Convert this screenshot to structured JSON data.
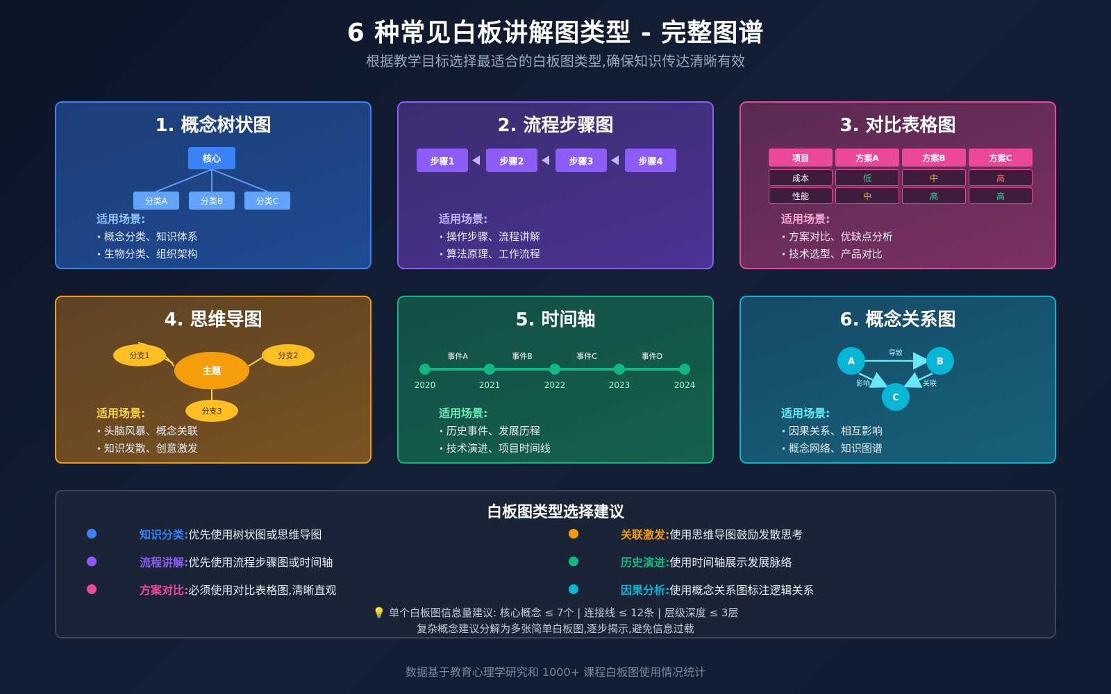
{
  "header": {
    "title": "6 种常见白板讲解图类型 - 完整图谱",
    "subtitle": "根据教学目标选择最适合的白板图类型,确保知识传达清晰有效"
  },
  "scene_heading": "适用场景:",
  "colors": {
    "blue": "#3b82f6",
    "purple": "#8b5cf6",
    "pink": "#ec4899",
    "amber": "#f59e0b",
    "green": "#10b981",
    "cyan": "#06b6d4"
  },
  "cards": [
    {
      "title": "1. 概念树状图",
      "tree": {
        "root": "核心",
        "children": [
          "分类A",
          "分类B",
          "分类C"
        ]
      },
      "scenes": [
        "概念分类、知识体系",
        "生物分类、组织架构"
      ]
    },
    {
      "title": "2. 流程步骤图",
      "steps": [
        "步骤1",
        "步骤2",
        "步骤3",
        "步骤4"
      ],
      "scenes": [
        "操作步骤、流程讲解",
        "算法原理、工作流程"
      ]
    },
    {
      "title": "3. 对比表格图",
      "table": {
        "headers": [
          "项目",
          "方案A",
          "方案B",
          "方案C"
        ],
        "rows": [
          [
            "成本",
            "低",
            "中",
            "高"
          ],
          [
            "性能",
            "中",
            "高",
            "高"
          ]
        ]
      },
      "scenes": [
        "方案对比、优缺点分析",
        "技术选型、产品对比"
      ]
    },
    {
      "title": "4. 思维导图",
      "mindmap": {
        "center": "主题",
        "branches": [
          "分支1",
          "分支2",
          "分支3"
        ]
      },
      "scenes": [
        "头脑风暴、概念关联",
        "知识发散、创意激发"
      ]
    },
    {
      "title": "5. 时间轴",
      "timeline": {
        "events": [
          "事件A",
          "事件B",
          "事件C",
          "事件D"
        ],
        "years": [
          "2020",
          "2021",
          "2022",
          "2023",
          "2024"
        ]
      },
      "scenes": [
        "历史事件、发展历程",
        "技术演进、项目时间线"
      ]
    },
    {
      "title": "6. 概念关系图",
      "graph": {
        "nodes": [
          "A",
          "B",
          "C"
        ],
        "edges": [
          "导致",
          "影响",
          "关联"
        ]
      },
      "scenes": [
        "因果关系、相互影响",
        "概念网络、知识图谱"
      ]
    }
  ],
  "advice": {
    "title": "白板图类型选择建议",
    "tips": [
      {
        "label": "知识分类:",
        "text": "优先使用树状图或思维导图",
        "color": "#3b82f6"
      },
      {
        "label": "流程讲解:",
        "text": "优先使用流程步骤图或时间轴",
        "color": "#8b5cf6"
      },
      {
        "label": "方案对比:",
        "text": "必须使用对比表格图,清晰直观",
        "color": "#ec4899"
      },
      {
        "label": "关联激发:",
        "text": "使用思维导图鼓励发散思考",
        "color": "#f59e0b"
      },
      {
        "label": "历史演进:",
        "text": "使用时间轴展示发展脉络",
        "color": "#10b981"
      },
      {
        "label": "因果分析:",
        "text": "使用概念关系图标注逻辑关系",
        "color": "#06b6d4"
      }
    ],
    "note_icon": "lightbulb-icon",
    "note_1": "💡 单个白板图信息量建议: 核心概念 ≤ 7个 | 连接线 ≤ 12条 | 层级深度 ≤ 3层",
    "note_2": "复杂概念建议分解为多张简单白板图,逐步揭示,避免信息过载"
  },
  "footer": "数据基于教育心理学研究和 1000+ 课程白板图使用情况统计"
}
